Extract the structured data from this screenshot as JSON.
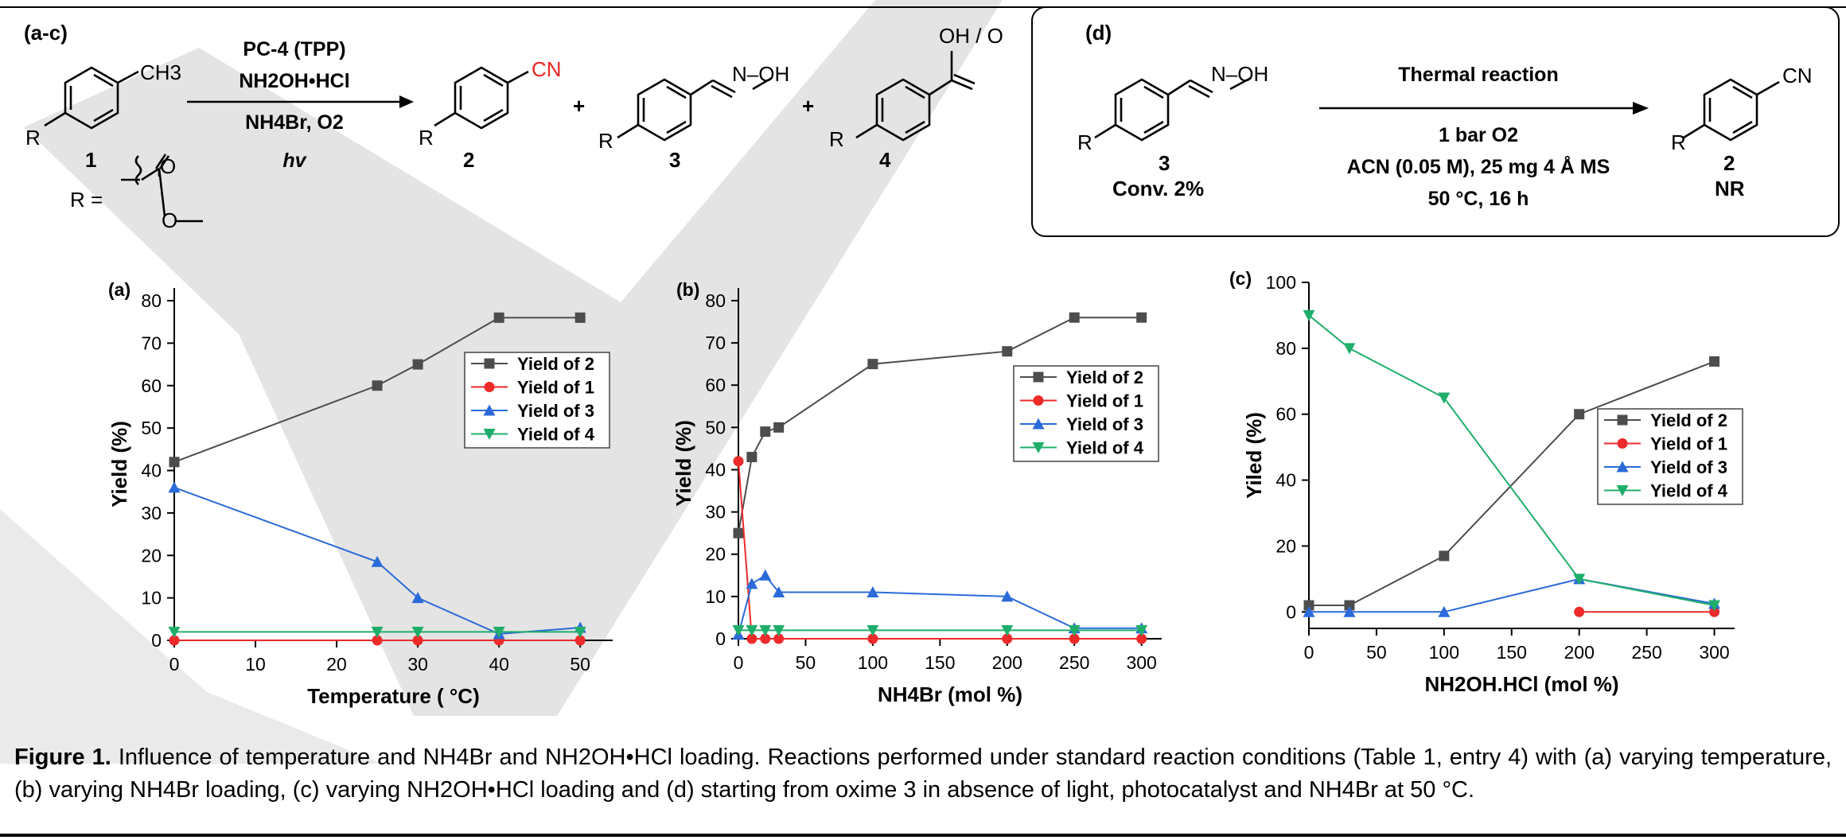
{
  "scheme_abc": {
    "tag": "(a-c)",
    "reagents": [
      "PC-4 (TPP)",
      "NH2OH•HCl",
      "NH4Br, O2",
      "hv"
    ],
    "compounds": [
      {
        "number": "1",
        "substituent": "R",
        "group": "CH3"
      },
      {
        "number": "2",
        "substituent": "R",
        "group": "CN"
      },
      {
        "number": "3",
        "substituent": "R",
        "group": "N–OH"
      },
      {
        "number": "4",
        "substituent": "R",
        "group": "OH / O"
      }
    ],
    "r_definition": "R ="
  },
  "scheme_d": {
    "tag": "(d)",
    "start_number": "3",
    "start_note": "Conv. 2%",
    "condition_top": "Thermal reaction",
    "conditions": [
      "1 bar O2",
      "ACN (0.05 M), 25 mg 4 Å MS",
      "50 °C, 16 h"
    ],
    "product_number": "2",
    "product_note": "NR",
    "start_group": "N–OH",
    "product_group": "CN",
    "substituent": "R"
  },
  "colors": {
    "s2": "#4d4d4d",
    "s1": "#ee2a2a",
    "s3": "#2b6ad8",
    "s4": "#1fae6a"
  },
  "chart_data": [
    {
      "panel": "(a)",
      "type": "line",
      "xlabel": "Temperature ( °C)",
      "ylabel": "Yield (%)",
      "xlim": [
        0,
        54
      ],
      "ylim": [
        0,
        83
      ],
      "xticks": [
        0,
        10,
        20,
        30,
        40,
        50
      ],
      "yticks": [
        0,
        10,
        20,
        30,
        40,
        50,
        60,
        70,
        80
      ],
      "legend_position": "right-middle",
      "x": [
        0,
        25,
        30,
        40,
        50
      ],
      "series": [
        {
          "name": "Yield of 2",
          "marker": "square",
          "color": "#4d4d4d",
          "values": [
            42,
            60,
            65,
            76,
            76
          ]
        },
        {
          "name": "Yield of 1",
          "marker": "circle",
          "color": "#ee2a2a",
          "values": [
            0,
            0,
            0,
            0,
            0
          ]
        },
        {
          "name": "Yield of 3",
          "marker": "triangle-up",
          "color": "#2b6ad8",
          "values": [
            36,
            18.5,
            10,
            1.5,
            3
          ]
        },
        {
          "name": "Yield of 4",
          "marker": "triangle-down",
          "color": "#1fae6a",
          "values": [
            2,
            2,
            2,
            2,
            2
          ]
        }
      ]
    },
    {
      "panel": "(b)",
      "type": "line",
      "xlabel": "NH4Br (mol %)",
      "ylabel": "Yield (%)",
      "xlim": [
        0,
        315
      ],
      "ylim": [
        0,
        83
      ],
      "xticks": [
        0,
        50,
        100,
        150,
        200,
        250,
        300
      ],
      "yticks": [
        0,
        10,
        20,
        30,
        40,
        50,
        60,
        70,
        80
      ],
      "legend_position": "right-middle",
      "x": [
        0,
        10,
        20,
        30,
        100,
        200,
        250,
        300
      ],
      "series": [
        {
          "name": "Yield of 2",
          "marker": "square",
          "color": "#4d4d4d",
          "values": [
            25,
            43,
            49,
            50,
            65,
            68,
            76,
            76
          ]
        },
        {
          "name": "Yield of 1",
          "marker": "circle",
          "color": "#ee2a2a",
          "values": [
            42,
            0,
            0,
            0,
            0,
            0,
            0,
            0
          ]
        },
        {
          "name": "Yield of 3",
          "marker": "triangle-up",
          "color": "#2b6ad8",
          "values": [
            1,
            13,
            15,
            11,
            11,
            10,
            2.5,
            2.5
          ]
        },
        {
          "name": "Yield of 4",
          "marker": "triangle-down",
          "color": "#1fae6a",
          "values": [
            2,
            2,
            2,
            2,
            2,
            2,
            2,
            2
          ]
        }
      ]
    },
    {
      "panel": "(c)",
      "type": "line",
      "xlabel": "NH2OH.HCl (mol %)",
      "ylabel": "Yiled (%)",
      "xlim": [
        0,
        315
      ],
      "ylim": [
        -5,
        100
      ],
      "xticks": [
        0,
        50,
        100,
        150,
        200,
        250,
        300
      ],
      "yticks": [
        0,
        20,
        40,
        60,
        80,
        100
      ],
      "legend_position": "right-middle",
      "x": [
        0,
        30,
        100,
        200,
        300
      ],
      "series": [
        {
          "name": "Yield of 2",
          "marker": "square",
          "color": "#4d4d4d",
          "values": [
            2,
            2,
            17,
            60,
            76
          ]
        },
        {
          "name": "Yield of 1",
          "marker": "circle",
          "color": "#ee2a2a",
          "values": [
            null,
            null,
            null,
            0,
            0
          ]
        },
        {
          "name": "Yield of 3",
          "marker": "triangle-up",
          "color": "#2b6ad8",
          "values": [
            0,
            0,
            0,
            10,
            2.5
          ]
        },
        {
          "name": "Yield of 4",
          "marker": "triangle-down",
          "color": "#1fae6a",
          "values": [
            90,
            80,
            65,
            10,
            2
          ]
        }
      ]
    }
  ],
  "caption": {
    "label": "Figure 1.",
    "text": "Influence of temperature and NH4Br and NH2OH•HCl loading. Reactions performed under standard reaction conditions (Table 1, entry 4) with (a) varying temperature, (b) varying NH4Br loading, (c) varying NH2OH•HCl loading and (d) starting from oxime 3 in absence of light, photocatalyst and NH4Br at 50 °C."
  }
}
